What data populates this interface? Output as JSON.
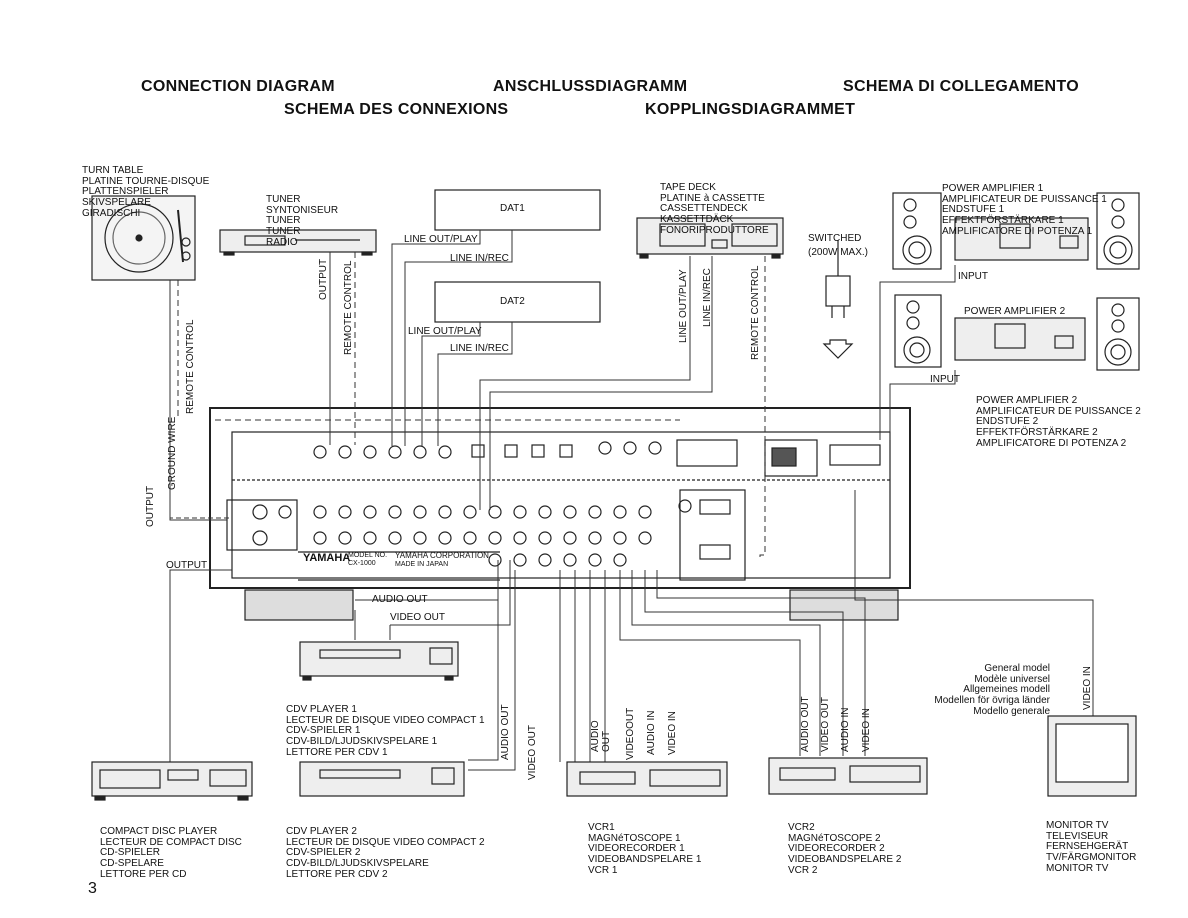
{
  "titles": {
    "t1": "CONNECTION DIAGRAM",
    "t2": "ANSCHLUSSDIAGRAMM",
    "t3": "SCHEMA DI COLLEGAMENTO",
    "t4": "SCHEMA DES CONNEXIONS",
    "t5": "KOPPLINGSDIAGRAMMET"
  },
  "devices": {
    "turntable": [
      "TURN TABLE",
      "PLATINE TOURNE-DISQUE",
      "PLATTENSPIELER",
      "SKIVSPELARE",
      "GIRADISCHI"
    ],
    "tuner": [
      "TUNER",
      "SYNTONISEUR",
      "TUNER",
      "TUNER",
      "RADIO"
    ],
    "dat1": "DAT1",
    "dat2": "DAT2",
    "tape_deck": [
      "TAPE DECK",
      "PLATINE à CASSETTE",
      "CASSETTENDECK",
      "KASSETTDÄCK",
      "FONORIPRODUTTORE"
    ],
    "power_amp1": [
      "POWER AMPLIFIER 1",
      "AMPLIFICATEUR DE PUISSANCE 1",
      "ENDSTUFE 1",
      "EFFEKTFÖRSTÄRKARE 1",
      "AMPLIFICATORE DI POTENZA 1"
    ],
    "power_amp2_top": "POWER AMPLIFIER 2",
    "power_amp2": [
      "POWER AMPLIFIER 2",
      "AMPLIFICATEUR DE PUISSANCE 2",
      "ENDSTUFE 2",
      "EFFEKTFÖRSTÄRKARE 2",
      "AMPLIFICATORE DI POTENZA 2"
    ],
    "switched": [
      "SWITCHED",
      "(200W MAX.)"
    ],
    "cdv1": [
      "CDV PLAYER 1",
      "LECTEUR DE DISQUE VIDEO COMPACT 1",
      "CDV-SPIELER 1",
      "CDV-BILD/LJUDSKIVSPELARE 1",
      "LETTORE PER CDV 1"
    ],
    "cdv2": [
      "CDV PLAYER 2",
      "LECTEUR DE DISQUE VIDEO COMPACT 2",
      "CDV-SPIELER 2",
      "CDV-BILD/LJUDSKIVSPELARE",
      "LETTORE PER CDV 2"
    ],
    "cd": [
      "COMPACT DISC PLAYER",
      "LECTEUR DE COMPACT DISC",
      "CD-SPIELER",
      "CD-SPELARE",
      "LETTORE PER CD"
    ],
    "vcr1": [
      "VCR1",
      "MAGNéTOSCOPE 1",
      "VIDEORECORDER 1",
      "VIDEOBANDSPELARE 1",
      "VCR 1"
    ],
    "vcr2": [
      "VCR2",
      "MAGNéTOSCOPE 2",
      "VIDEORECORDER 2",
      "VIDEOBANDSPELARE 2",
      "VCR 2"
    ],
    "monitor": [
      "MONITOR TV",
      "TELEVISEUR",
      "FERNSEHGERÄT",
      "TV/FÄRGMONITOR",
      "MONITOR TV"
    ],
    "general_model": [
      "General model",
      "Modèle universel",
      "Allgemeines modell",
      "Modellen för övriga länder",
      "Modello generale"
    ]
  },
  "connections": {
    "line_out_play": "LINE OUT/PLAY",
    "line_in_rec": "LINE IN/REC",
    "output": "OUTPUT",
    "remote_control": "REMOTE CONTROL",
    "ground_wire": "GROUND WIRE",
    "input": "INPUT",
    "audio_out": "AUDIO OUT",
    "video_out": "VIDEO OUT",
    "audio_in": "AUDIO IN",
    "video_in": "VIDEO IN",
    "audio_out_split": [
      "AUDIO",
      "OUT"
    ],
    "video_out_compact": "VIDEOOUT"
  },
  "receiver": {
    "brand": "YAMAHA",
    "model_no": "MODEL NO. CX-1000",
    "corp": "YAMAHA CORPORATION",
    "made_in": "MADE IN JAPAN"
  },
  "page_number": "3"
}
